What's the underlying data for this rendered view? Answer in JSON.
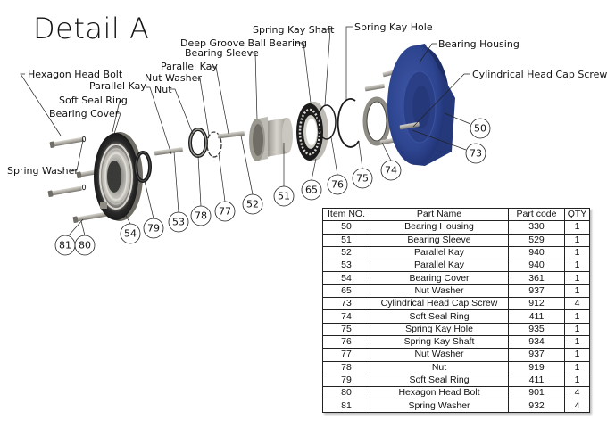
{
  "title": "Detail A",
  "colors": {
    "housing": "#2e4590",
    "housing_dark": "#1d2d66",
    "metal": "#b8b6ae",
    "metal_dark": "#6f6d66",
    "rubber": "#1b1b1b"
  },
  "labels": {
    "hexagon_head_bolt": "Hexagon Head Bolt",
    "parallel_kay_1": "Parallel Kay",
    "nut": "Nut",
    "nut_washer": "Nut Washer",
    "parallel_kay_2": "Parallel Kay",
    "bearing_sleeve": "Bearing Sleeve",
    "deep_groove_ball_bearing": "Deep Groove Ball Bearing",
    "spring_kay_shaft": "Spring Kay Shaft",
    "spring_kay_hole": "Spring Kay Hole",
    "bearing_housing": "Bearing Housing",
    "cylindrical_head_cap_screw": "Cylindrical Head Cap Screw",
    "soft_seal_ring": "Soft Seal Ring",
    "bearing_cover": "Bearing Cover",
    "spring_washer": "Spring Washer"
  },
  "balloons": [
    "50",
    "73",
    "74",
    "75",
    "76",
    "65",
    "51",
    "52",
    "77",
    "78",
    "53",
    "79",
    "54",
    "80",
    "81"
  ],
  "bom": {
    "headers": [
      "Item NO.",
      "Part Name",
      "Part code",
      "QTY"
    ],
    "rows": [
      [
        "50",
        "Bearing Housing",
        "330",
        "1"
      ],
      [
        "51",
        "Bearing Sleeve",
        "529",
        "1"
      ],
      [
        "52",
        "Parallel Kay",
        "940",
        "1"
      ],
      [
        "53",
        "Parallel Kay",
        "940",
        "1"
      ],
      [
        "54",
        "Bearing Cover",
        "361",
        "1"
      ],
      [
        "65",
        "Nut Washer",
        "937",
        "1"
      ],
      [
        "73",
        "Cylindrical Head Cap Screw",
        "912",
        "4"
      ],
      [
        "74",
        "Soft Seal Ring",
        "411",
        "1"
      ],
      [
        "75",
        "Spring Kay Hole",
        "935",
        "1"
      ],
      [
        "76",
        "Spring Kay Shaft",
        "934",
        "1"
      ],
      [
        "77",
        "Nut Washer",
        "937",
        "1"
      ],
      [
        "78",
        "Nut",
        "919",
        "1"
      ],
      [
        "79",
        "Soft Seal Ring",
        "411",
        "1"
      ],
      [
        "80",
        "Hexagon Head Bolt",
        "901",
        "4"
      ],
      [
        "81",
        "Spring Washer",
        "932",
        "4"
      ]
    ]
  }
}
